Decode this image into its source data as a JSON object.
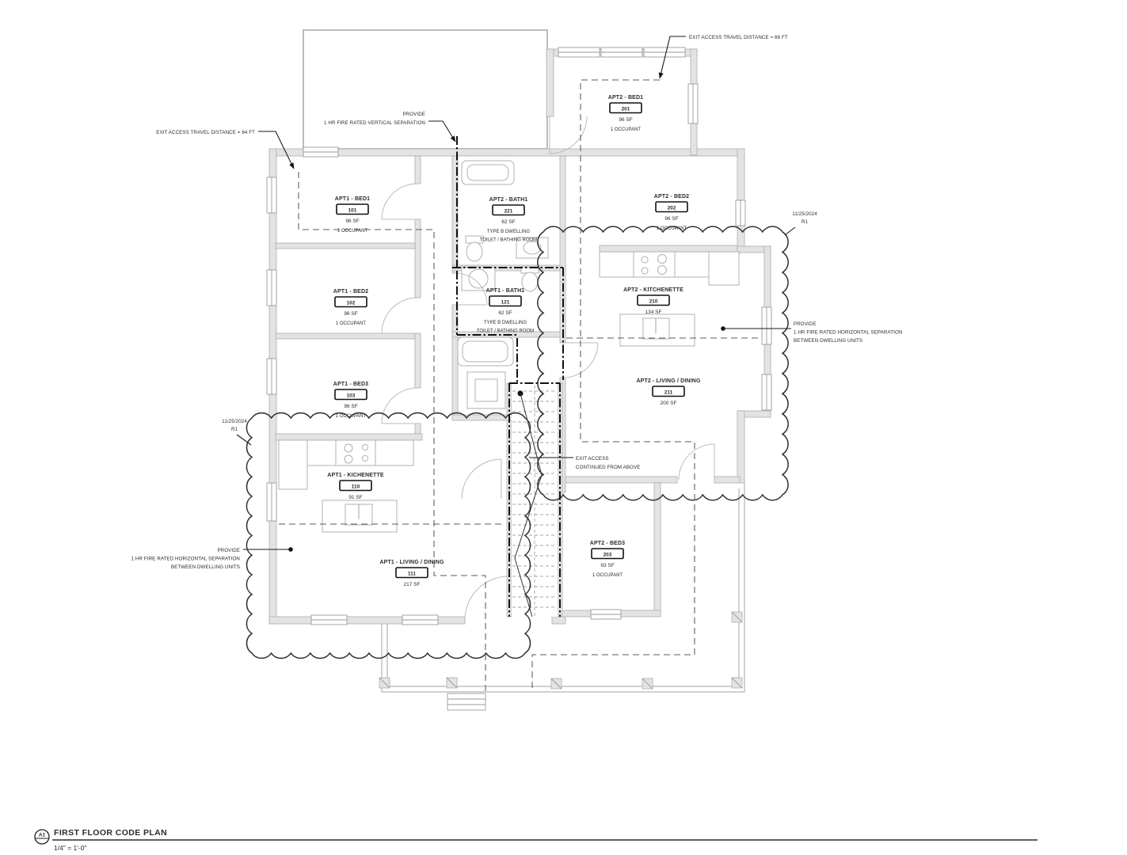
{
  "title_block": {
    "sheet_tag": "A1",
    "title": "FIRST FLOOR CODE PLAN",
    "scale": "1/4\" = 1'-0\""
  },
  "rooms": [
    {
      "id": "apt1_bed1",
      "name": "APT1 - BED1",
      "number": "101",
      "area": "96 SF",
      "occupancy": "1 OCCUPANT"
    },
    {
      "id": "apt1_bed2",
      "name": "APT1 - BED2",
      "number": "102",
      "area": "96 SF",
      "occupancy": "1 OCCUPANT"
    },
    {
      "id": "apt1_bed3",
      "name": "APT1 - BED3",
      "number": "103",
      "area": "96 SF",
      "occupancy": "1 OCCUPANT"
    },
    {
      "id": "apt1_kitchenette",
      "name": "APT1 - KICHENETTE",
      "number": "110",
      "area": "91 SF"
    },
    {
      "id": "apt1_living",
      "name": "APT1 - LIVING / DINING",
      "number": "111",
      "area": "217 SF"
    },
    {
      "id": "apt1_bath1",
      "name": "APT1 - BATH1",
      "number": "121",
      "area": "62 SF",
      "note": "TYPE B DWELLING\nTOILET / BATHING ROOM"
    },
    {
      "id": "apt2_bed1",
      "name": "APT2 - BED1",
      "number": "201",
      "area": "96 SF",
      "occupancy": "1 OCCUPANT"
    },
    {
      "id": "apt2_bed2",
      "name": "APT2 - BED2",
      "number": "202",
      "area": "96 SF",
      "occupancy": "1 OCCUPANT"
    },
    {
      "id": "apt2_bed3",
      "name": "APT2 - BED3",
      "number": "203",
      "area": "93 SF",
      "occupancy": "1 OCCUPANT"
    },
    {
      "id": "apt2_kitchenette",
      "name": "APT2 - KITCHENETTE",
      "number": "210",
      "area": "134 SF"
    },
    {
      "id": "apt2_living",
      "name": "APT2 - LIVING / DINING",
      "number": "211",
      "area": "200 SF"
    },
    {
      "id": "apt2_bath1",
      "name": "APT2 - BATH1",
      "number": "221",
      "area": "62 SF",
      "note": "TYPE B DWELLING\nTOILET / BATHING ROOM"
    }
  ],
  "annotations": [
    {
      "id": "exit_88",
      "lines": [
        "EXIT ACCESS TRAVEL DISTANCE  = 88 FT"
      ]
    },
    {
      "id": "exit_64",
      "lines": [
        "EXIT ACCESS TRAVEL DISTANCE  = 64 FT"
      ]
    },
    {
      "id": "vert_sep",
      "lines": [
        "PROVIDE",
        "1 HR FIRE RATED VERTICAL SEPARATION"
      ]
    },
    {
      "id": "horiz_sep_right",
      "lines": [
        "PROVIDE",
        "1 HR FIRE RATED HORIZONTAL SEPARATION",
        "BETWEEN DWELLING UNITS"
      ]
    },
    {
      "id": "horiz_sep_left",
      "lines": [
        "PROVIDE",
        "1 HR FIRE RATED HORIZONTAL SEPARATION",
        "BETWEEN DWELLING UNITS"
      ]
    },
    {
      "id": "exit_cont",
      "lines": [
        "EXIT ACCESS",
        "CONTINUED FROM ABOVE"
      ]
    }
  ],
  "revision_tags": [
    {
      "id": "rev_right",
      "date": "11/25/2024",
      "label": "R1"
    },
    {
      "id": "rev_left",
      "date": "11/25/2024",
      "label": "R1"
    }
  ]
}
